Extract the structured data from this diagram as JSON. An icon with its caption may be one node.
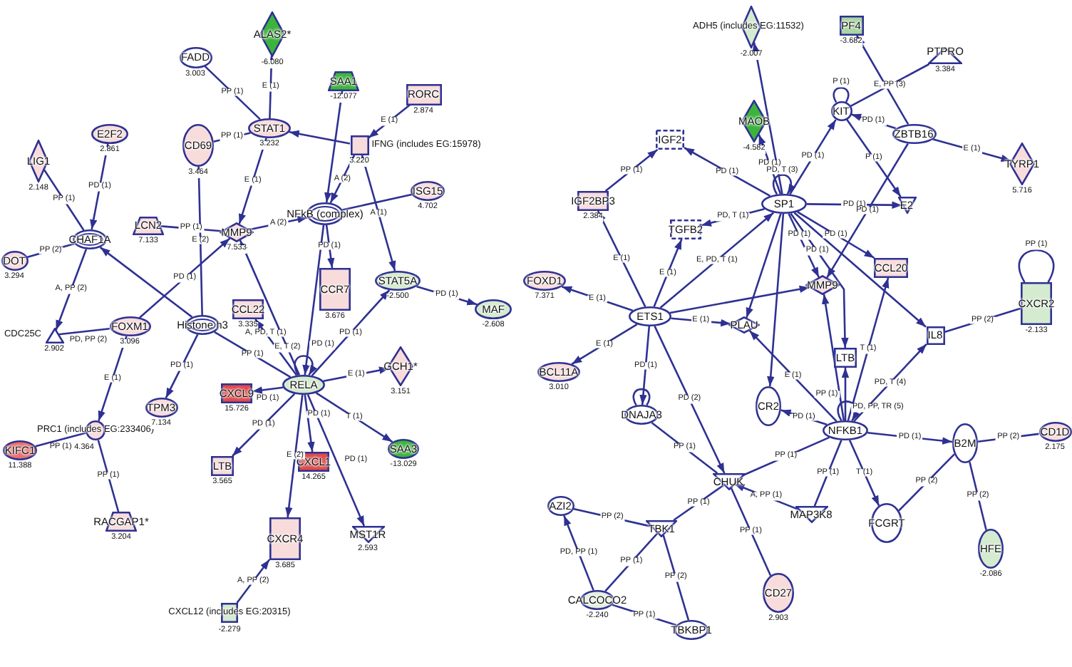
{
  "diagram": {
    "nodes": [
      {
        "text": [
          "ALAS2*"
        ],
        "beside": [
          "-6.080"
        ]
      },
      {
        "text": [
          "FADD"
        ],
        "beside": [
          "3.003"
        ]
      },
      {
        "text": [
          "SAA1"
        ],
        "beside": [
          "-12.077"
        ]
      },
      {
        "text": [
          "RORC"
        ],
        "beside": [
          "2.874"
        ]
      },
      {
        "text": [
          "STAT1"
        ],
        "beside": [
          "3.232"
        ]
      },
      {
        "text": [
          "IFNG (includes EG:15978)"
        ],
        "beside": [
          "3.220"
        ]
      },
      {
        "text": [
          "CD69"
        ],
        "beside": [
          "3.464"
        ]
      },
      {
        "text": [
          "E2F2"
        ],
        "beside": [
          "2.861"
        ]
      },
      {
        "text": [
          "LIG1"
        ],
        "beside": [
          "2.148"
        ]
      },
      {
        "text": [
          "CHAF1A"
        ]
      },
      {
        "text": [
          "DOT"
        ],
        "beside": [
          "3.294"
        ]
      },
      {
        "text": [
          "LCN2"
        ],
        "beside": [
          "7.133"
        ]
      },
      {
        "text": [
          "MMP9"
        ],
        "beside": [
          "7.533"
        ]
      },
      {
        "text": [
          "NFkB (complex)"
        ]
      },
      {
        "text": [
          "ISG15"
        ],
        "beside": [
          "4.702"
        ]
      },
      {
        "text": [
          "CDC25C"
        ],
        "beside": [
          "2.902"
        ]
      },
      {
        "text": [
          "FOXM1"
        ],
        "beside": [
          "3.096"
        ]
      },
      {
        "text": [
          "Histone h3"
        ]
      },
      {
        "text": [
          "CCL22"
        ],
        "beside": [
          "3.335"
        ]
      },
      {
        "text": [
          "CCR7"
        ],
        "beside": [
          "3.676"
        ]
      },
      {
        "text": [
          "STAT5A"
        ],
        "beside": [
          "-2.500"
        ]
      },
      {
        "text": [
          "MAF"
        ],
        "beside": [
          "-2.608"
        ]
      },
      {
        "text": [
          "RELA"
        ]
      },
      {
        "text": [
          "CXCL9"
        ],
        "beside": [
          "15.726"
        ]
      },
      {
        "text": [
          "TPM3"
        ],
        "beside": [
          "7.134"
        ]
      },
      {
        "text": [
          "KIFC1"
        ],
        "beside": [
          "11.388"
        ]
      },
      {
        "text": [
          "PRC1 (includes EG:233406)"
        ],
        "beside": [
          "4.364"
        ]
      },
      {
        "text": [
          "LTB"
        ],
        "beside": [
          "3.565"
        ]
      },
      {
        "text": [
          "CXCL1"
        ],
        "beside": [
          "14.265"
        ]
      },
      {
        "text": [
          "GCH1*"
        ],
        "beside": [
          "3.151"
        ]
      },
      {
        "text": [
          "SAA3"
        ],
        "beside": [
          "-13.029"
        ]
      },
      {
        "text": [
          "RACGAP1*"
        ],
        "beside": [
          "3.204"
        ]
      },
      {
        "text": [
          "CXCR4"
        ],
        "beside": [
          "3.685"
        ]
      },
      {
        "text": [
          "MST1R"
        ],
        "beside": [
          "2.593"
        ]
      },
      {
        "text": [
          "CXCL12 (includes EG:20315)"
        ],
        "beside": [
          "-2.279"
        ]
      },
      {
        "text": [
          "ADH5 (includes EG:11532)"
        ],
        "beside": [
          "-2.007"
        ]
      },
      {
        "text": [
          "PF4"
        ],
        "beside": [
          "-3.682"
        ]
      },
      {
        "text": [
          "PTPRO"
        ],
        "beside": [
          "3.384"
        ]
      },
      {
        "text": [
          "MAOB"
        ],
        "beside": [
          "-4.582"
        ]
      },
      {
        "text": [
          "KIT"
        ]
      },
      {
        "text": [
          "ZBTB16"
        ]
      },
      {
        "text": [
          "TYRP1"
        ],
        "beside": [
          "5.716"
        ]
      },
      {
        "text": [
          "IGF2"
        ]
      },
      {
        "text": [
          "IGF2BP3"
        ],
        "beside": [
          "2.384"
        ]
      },
      {
        "text": [
          "SP1"
        ]
      },
      {
        "text": [
          "TGFB2"
        ]
      },
      {
        "text": [
          "E2"
        ]
      },
      {
        "text": [
          "FOXD1"
        ],
        "beside": [
          "7.371"
        ]
      },
      {
        "text": [
          "MMP9"
        ]
      },
      {
        "text": [
          "CCL20"
        ]
      },
      {
        "text": [
          "ETS1"
        ]
      },
      {
        "text": [
          "PLAU"
        ]
      },
      {
        "text": [
          "CXCR2"
        ],
        "beside": [
          "-2.133"
        ]
      },
      {
        "text": [
          "IL8"
        ]
      },
      {
        "text": [
          "LTB"
        ]
      },
      {
        "text": [
          "BCL11A"
        ],
        "beside": [
          "3.010"
        ]
      },
      {
        "text": [
          "DNAJA3"
        ]
      },
      {
        "text": [
          "CR2"
        ]
      },
      {
        "text": [
          "NFKB1"
        ]
      },
      {
        "text": [
          "B2M"
        ]
      },
      {
        "text": [
          "CD1D"
        ],
        "beside": [
          "2.175"
        ]
      },
      {
        "text": [
          "CHUK"
        ]
      },
      {
        "text": [
          "MAP3K8"
        ]
      },
      {
        "text": [
          "FCGRT"
        ]
      },
      {
        "text": [
          "HFE"
        ],
        "beside": [
          "-2.086"
        ]
      },
      {
        "text": [
          "AZI2"
        ]
      },
      {
        "text": [
          "TBK1"
        ]
      },
      {
        "text": [
          "CD27"
        ],
        "beside": [
          "2.903"
        ]
      },
      {
        "text": [
          "CALCOCO2"
        ],
        "beside": [
          "-2.240"
        ]
      },
      {
        "text": [
          "TBKBP1"
        ]
      }
    ],
    "edges": [
      {
        "from": 4,
        "to": 0,
        "arrow": "to",
        "label": "E (1)"
      },
      {
        "from": 4,
        "to": 1,
        "arrow": "none",
        "label": "PP (1)"
      },
      {
        "from": 4,
        "to": 6,
        "arrow": "none",
        "label": "PP (1)"
      },
      {
        "from": 5,
        "to": 4,
        "arrow": "to"
      },
      {
        "from": 4,
        "to": 12,
        "arrow": "to",
        "label": "E (1)"
      },
      {
        "from": 2,
        "to": 13,
        "arrow": "to"
      },
      {
        "from": 5,
        "to": 13,
        "arrow": "to",
        "label": "A (2)"
      },
      {
        "from": 3,
        "to": 5,
        "arrow": "to",
        "label": "E (1)"
      },
      {
        "from": 5,
        "to": 20,
        "arrow": "to",
        "label": "A (1)"
      },
      {
        "from": 14,
        "to": 13,
        "arrow": "none"
      },
      {
        "from": 12,
        "to": 13,
        "arrow": "to",
        "label": "A (2)"
      },
      {
        "from": 11,
        "to": 12,
        "arrow": "none",
        "label": "PP (1)"
      },
      {
        "from": 17,
        "to": 6,
        "arrow": "to",
        "label": "E (2)"
      },
      {
        "from": 7,
        "to": 9,
        "arrow": "to",
        "label": "PD (1)"
      },
      {
        "from": 8,
        "to": 9,
        "arrow": "none",
        "label": "PP (1)"
      },
      {
        "from": 10,
        "to": 9,
        "arrow": "none",
        "label": "PP (2)"
      },
      {
        "from": 9,
        "to": 15,
        "arrow": "to",
        "label": "A, PP (2)"
      },
      {
        "from": 17,
        "to": 9,
        "arrow": "to"
      },
      {
        "from": 16,
        "to": 12,
        "arrow": "to",
        "label": "PD (1)"
      },
      {
        "from": 16,
        "to": 15,
        "arrow": "none",
        "label": "PD, PP (2)"
      },
      {
        "from": 16,
        "to": 26,
        "arrow": "to",
        "label": "E (1)"
      },
      {
        "from": 17,
        "to": 24,
        "arrow": "to",
        "label": "PD (1)"
      },
      {
        "from": 17,
        "to": 22,
        "arrow": "none",
        "label": "PP (1)"
      },
      {
        "from": 26,
        "to": 25,
        "arrow": "none",
        "label": "PP (1)"
      },
      {
        "from": 26,
        "to": 31,
        "arrow": "none",
        "label": "PP (1)"
      },
      {
        "from": 22,
        "to": 12,
        "arrow": "to",
        "label": "E, T (2)"
      },
      {
        "from": 22,
        "to": 18,
        "arrow": "to",
        "label": "A, PD, T (1)"
      },
      {
        "from": 13,
        "to": 19,
        "arrow": "to",
        "label": "PD (1)"
      },
      {
        "from": 13,
        "to": 22,
        "arrow": "to",
        "label": "PD (1)"
      },
      {
        "from": 22,
        "to": 20,
        "arrow": "to",
        "label": "PD (1)"
      },
      {
        "from": 20,
        "to": 21,
        "arrow": "to",
        "label": "PD (1)"
      },
      {
        "from": 22,
        "to": 29,
        "arrow": "to",
        "label": "E (1)"
      },
      {
        "from": 22,
        "to": 30,
        "arrow": "to",
        "label": "T (1)"
      },
      {
        "from": 22,
        "to": 33,
        "arrow": "to",
        "label": "PD (1)"
      },
      {
        "from": 22,
        "to": 28,
        "arrow": "to",
        "label": "PD (1)"
      },
      {
        "from": 22,
        "to": 32,
        "arrow": "to",
        "label": "E (2)"
      },
      {
        "from": 22,
        "to": 27,
        "arrow": "to",
        "label": "PD (1)"
      },
      {
        "from": 22,
        "to": 23,
        "arrow": "to",
        "label": "PD (1)"
      },
      {
        "from": 22,
        "to": 22,
        "arrow": "to"
      },
      {
        "from": 34,
        "to": 32,
        "arrow": "to",
        "label": "A, PP (2)"
      },
      {
        "from": 44,
        "to": 35,
        "arrow": "to"
      },
      {
        "from": 44,
        "to": 38,
        "arrow": "to",
        "label": "PD (1)"
      },
      {
        "from": 44,
        "to": 42,
        "arrow": "to",
        "label": "PD (1)"
      },
      {
        "from": 43,
        "to": 42,
        "arrow": "to",
        "label": "PP (1)"
      },
      {
        "from": 44,
        "to": 39,
        "arrow": "to",
        "label": "PD (1)"
      },
      {
        "from": 44,
        "to": 44,
        "arrow": "to",
        "label": "PD, T (3)"
      },
      {
        "from": 44,
        "to": 45,
        "arrow": "to",
        "label": "PD, T (1)"
      },
      {
        "from": 44,
        "to": 46,
        "arrow": "to",
        "label": "PD (1)"
      },
      {
        "from": 44,
        "to": 49,
        "arrow": "to",
        "label": "PD (1)"
      },
      {
        "from": 44,
        "to": 53,
        "arrow": "to"
      },
      {
        "from": 44,
        "to": 51,
        "arrow": "to"
      },
      {
        "from": 44,
        "to": 48,
        "arrow": "to",
        "label": "PD (1)"
      },
      {
        "from": 44,
        "to": 57,
        "arrow": "to"
      },
      {
        "from": 44,
        "to": 54,
        "arrow": "to",
        "label": "PD (1)"
      },
      {
        "from": 50,
        "to": 44,
        "arrow": "to",
        "label": "E, PD, T (1)"
      },
      {
        "from": 50,
        "to": 43,
        "arrow": "to",
        "label": "E (1)"
      },
      {
        "from": 50,
        "to": 45,
        "arrow": "to",
        "label": "E (1)"
      },
      {
        "from": 50,
        "to": 47,
        "arrow": "to",
        "label": "E (1)"
      },
      {
        "from": 50,
        "to": 55,
        "arrow": "to",
        "label": "E (1)"
      },
      {
        "from": 50,
        "to": 56,
        "arrow": "to",
        "label": "PD (1)"
      },
      {
        "from": 50,
        "to": 48,
        "arrow": "to"
      },
      {
        "from": 50,
        "to": 51,
        "arrow": "to",
        "label": "E (1)"
      },
      {
        "from": 50,
        "to": 61,
        "arrow": "to",
        "label": "PD (2)"
      },
      {
        "from": 40,
        "to": 36,
        "arrow": "to"
      },
      {
        "from": 40,
        "to": 39,
        "arrow": "to",
        "label": "PD (1)"
      },
      {
        "from": 40,
        "to": 41,
        "arrow": "to",
        "label": "E (1)"
      },
      {
        "from": 40,
        "to": 48,
        "arrow": "to",
        "label": "PD (1)"
      },
      {
        "from": 39,
        "to": 46,
        "arrow": "to",
        "label": "P (1)"
      },
      {
        "from": 37,
        "to": 39,
        "arrow": "none",
        "label": "E, PP (3)"
      },
      {
        "from": 39,
        "to": 39,
        "arrow": "none",
        "label": "P (1)"
      },
      {
        "from": 58,
        "to": 48,
        "arrow": "to"
      },
      {
        "from": 58,
        "to": 57,
        "arrow": "to",
        "label": "PD (1)"
      },
      {
        "from": 58,
        "to": 54,
        "arrow": "to",
        "label": "PP (1)"
      },
      {
        "from": 58,
        "to": 53,
        "arrow": "to",
        "label": "PD, T (4)"
      },
      {
        "from": 58,
        "to": 49,
        "arrow": "to",
        "label": "T (1)"
      },
      {
        "from": 58,
        "to": 58,
        "arrow": "to",
        "label": "PD, PP, TR (5)"
      },
      {
        "from": 58,
        "to": 59,
        "arrow": "to",
        "label": "PD (1)"
      },
      {
        "from": 58,
        "to": 63,
        "arrow": "to",
        "label": "T (1)"
      },
      {
        "from": 58,
        "to": 62,
        "arrow": "none",
        "label": "PP (1)"
      },
      {
        "from": 58,
        "to": 61,
        "arrow": "none",
        "label": "PP (1)"
      },
      {
        "from": 53,
        "to": 52,
        "arrow": "none",
        "label": "PP (2)"
      },
      {
        "from": 52,
        "to": 52,
        "arrow": "none",
        "label": "PP (1)"
      },
      {
        "from": 59,
        "to": 60,
        "arrow": "none",
        "label": "PP (2)"
      },
      {
        "from": 59,
        "to": 64,
        "arrow": "none",
        "label": "PP (2)"
      },
      {
        "from": 59,
        "to": 63,
        "arrow": "none",
        "label": "PP (2)"
      },
      {
        "from": 62,
        "to": 61,
        "arrow": "to",
        "label": "A, PP (1)"
      },
      {
        "from": 61,
        "to": 67,
        "arrow": "none",
        "label": "PP (1)"
      },
      {
        "from": 61,
        "to": 56,
        "arrow": "none",
        "label": "PP (1)"
      },
      {
        "from": 56,
        "to": 56,
        "arrow": "none"
      },
      {
        "from": 61,
        "to": 66,
        "arrow": "none",
        "label": "PP (1)"
      },
      {
        "from": 65,
        "to": 66,
        "arrow": "none",
        "label": "PP (2)"
      },
      {
        "from": 68,
        "to": 65,
        "arrow": "to",
        "label": "PD, PP (1)"
      },
      {
        "from": 68,
        "to": 66,
        "arrow": "none",
        "label": "PP (1)"
      },
      {
        "from": 66,
        "to": 69,
        "arrow": "none",
        "label": "PP (2)"
      },
      {
        "from": 68,
        "to": 69,
        "arrow": "none",
        "label": "PP (1)"
      },
      {
        "from": 58,
        "to": 51,
        "arrow": "to",
        "label": "E (1)"
      }
    ]
  }
}
